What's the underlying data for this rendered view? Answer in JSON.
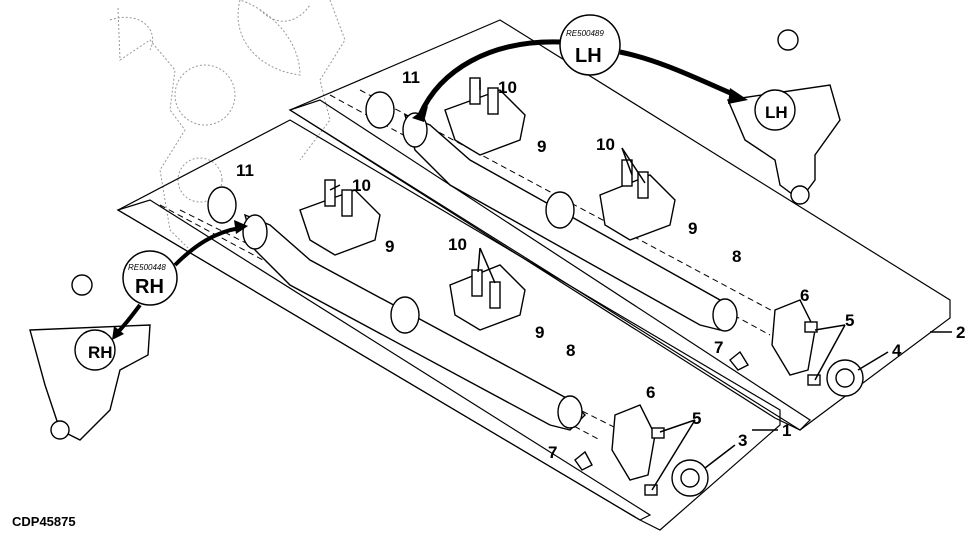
{
  "figure_code": "CDP45875",
  "bubbles": {
    "lh": {
      "code": "RE500489",
      "label": "LH"
    },
    "rh": {
      "code": "RE500448",
      "label": "RH"
    }
  },
  "callouts": {
    "c1": "1",
    "c2": "2",
    "c3": "3",
    "c4": "4",
    "c5a": "5",
    "c5b": "5",
    "c6a": "6",
    "c6b": "6",
    "c7a": "7",
    "c7b": "7",
    "c8a": "8",
    "c8b": "8",
    "c9a": "9",
    "c9b": "9",
    "c9c": "9",
    "c9d": "9",
    "c10a": "10",
    "c10b": "10",
    "c10c": "10",
    "c10d": "10",
    "c11a": "11",
    "c11b": "11"
  },
  "gear_cover_text": {
    "lh": "LH",
    "rh": "RH"
  }
}
